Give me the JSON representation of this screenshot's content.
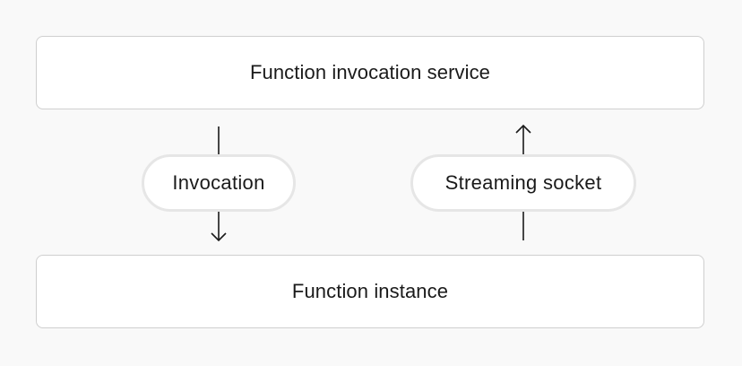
{
  "diagram": {
    "top_box": {
      "label": "Function invocation service"
    },
    "bottom_box": {
      "label": "Function instance"
    },
    "left_pill": {
      "label": "Invocation"
    },
    "right_pill": {
      "label": "Streaming socket"
    },
    "colors": {
      "background": "#f9f9f9",
      "box_fill": "#ffffff",
      "box_border": "#cfcfcf",
      "pill_border": "#e6e6e6",
      "line": "#1a1a1a"
    }
  }
}
